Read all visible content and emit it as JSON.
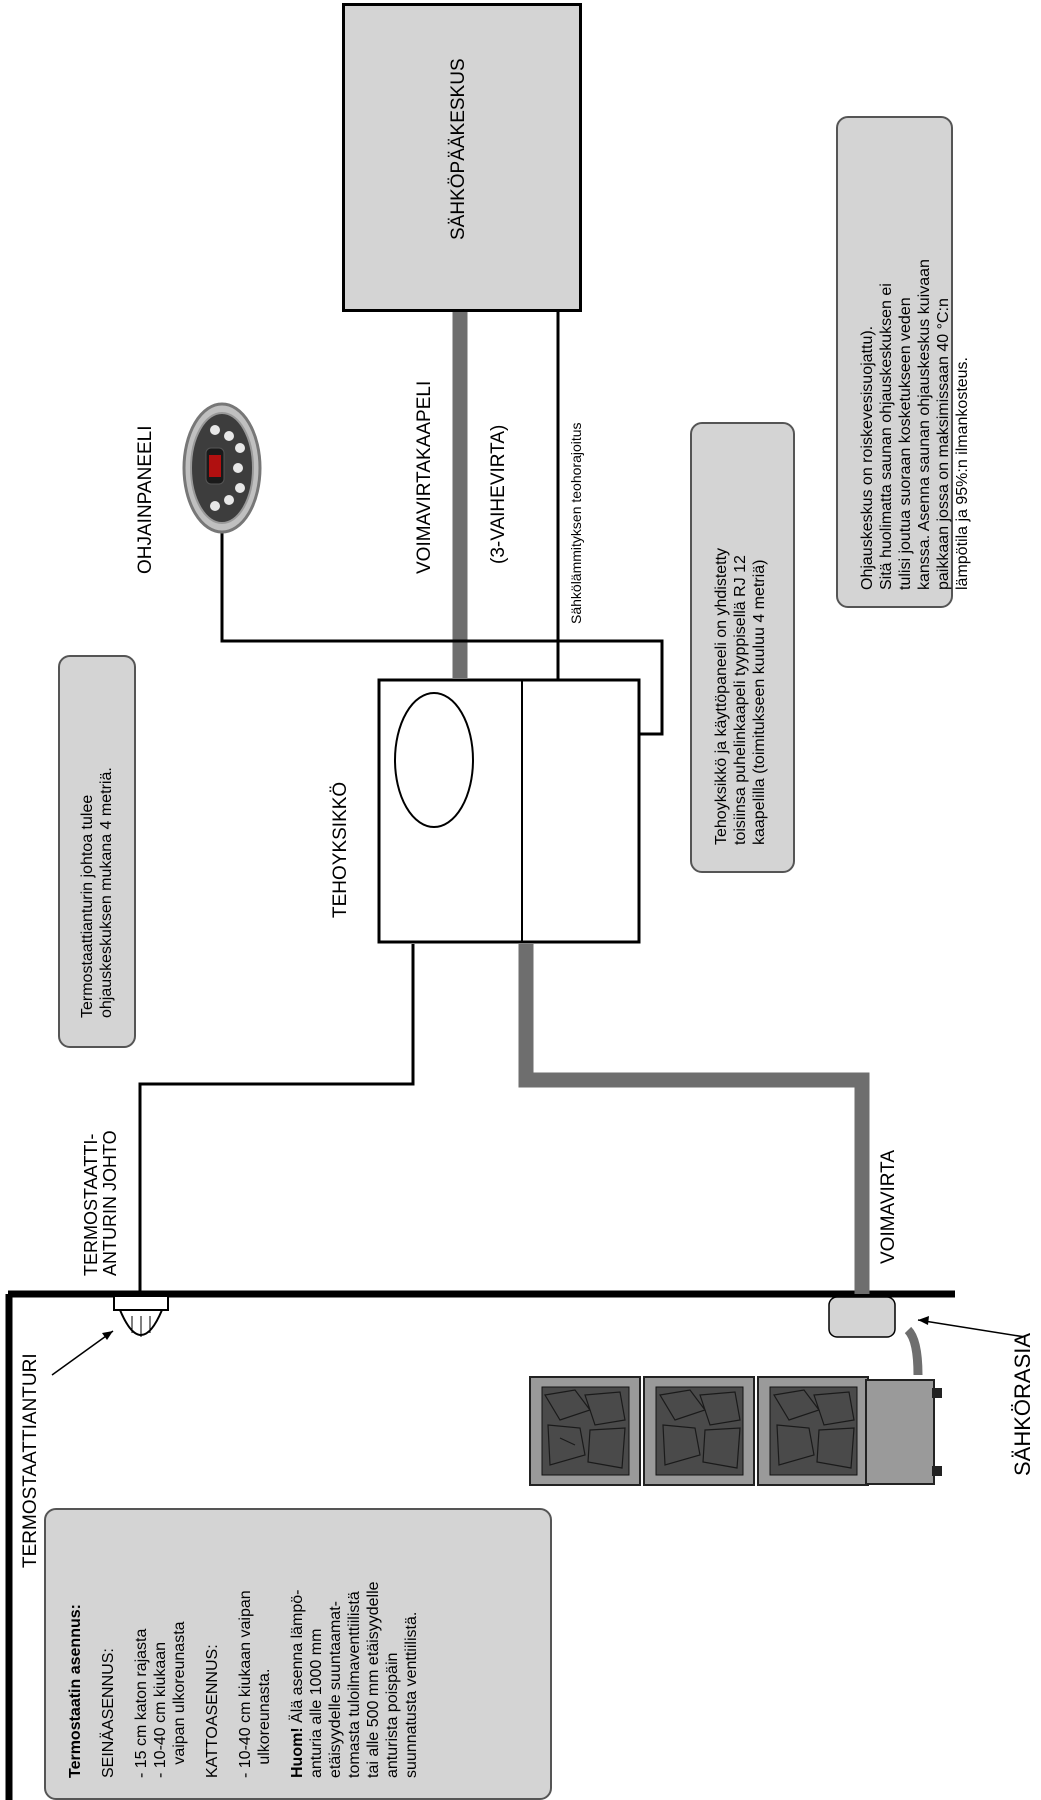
{
  "labels": {
    "main_panel": "SÄHKÖPÄÄKESKUS",
    "power_cable": "VOIMAVIRTAKAAPELI",
    "three_phase": "(3-VAIHEVIRTA)",
    "heating_limit": "Sähkölämmityksen teohorajoitus",
    "control_panel": "OHJAINPANEELI",
    "power_unit": "TEHOYKSIKKÖ",
    "sensor_cable_line1": "TERMOSTAATTI-",
    "sensor_cable_line2": "ANTURIN JOHTO",
    "power_supply": "VOIMAVIRTA",
    "sensor": "TERMOSTAATTIANTURI",
    "socket": "SÄHKÖRASIA"
  },
  "notes": {
    "moisture": [
      "Ohjauskeskus on roiskevesisuojattu).",
      "Sitä huolimatta saunan ohjauskeskuksen ei",
      "tulisi joutua suoraan kosketukseen veden",
      "kanssa. Asenna saunan ohjauskeskus kuivaan",
      "paikkaan jossa on maksimissaan 40 °C:n",
      "lämpötila ja  95%:n ilmankosteus."
    ],
    "phone_cable": [
      "Tehoyksikkö ja käyttöpaneeli on yhdistetty",
      "toisiinsa puhelinkaapeli tyyppisellä RJ 12",
      "kaapelilla (toimitukseen kuuluu 4 metriä)"
    ],
    "sensor_cable": [
      "Termostaattianturin johtoa tulee",
      "ohjauskeskuksen mukana 4 metriä."
    ],
    "install": {
      "title": "Termostaatin asennus:",
      "wall_heading": "SEINÄASENNUS:",
      "wall_items": [
        "- 15 cm katon rajasta",
        "- 10-40 cm kiukaan",
        "   vaipan ulkoreunasta"
      ],
      "ceiling_heading": "KATTOASENNUS:",
      "ceiling_items": [
        "- 10-40 cm kiukaan vaipan",
        "   ulkoreunasta."
      ],
      "warning_bold": "Huom!",
      "warning_lines": [
        " Älä asenna lämpö-",
        "anturia alle 1000 mm",
        "etäisyydelle suuntaamat-",
        "tomasta tuloilmaventtiilistä",
        "tai alle 500 mm etäisyydelle",
        "anturista poispäin",
        "suunnatusta venttiilistä."
      ]
    }
  },
  "colors": {
    "note_fill": "#d4d4d4",
    "thick_cable": "#6e6e6e",
    "stone_fill": "#4a4a4a",
    "stove_frame": "#9a9a9a"
  }
}
